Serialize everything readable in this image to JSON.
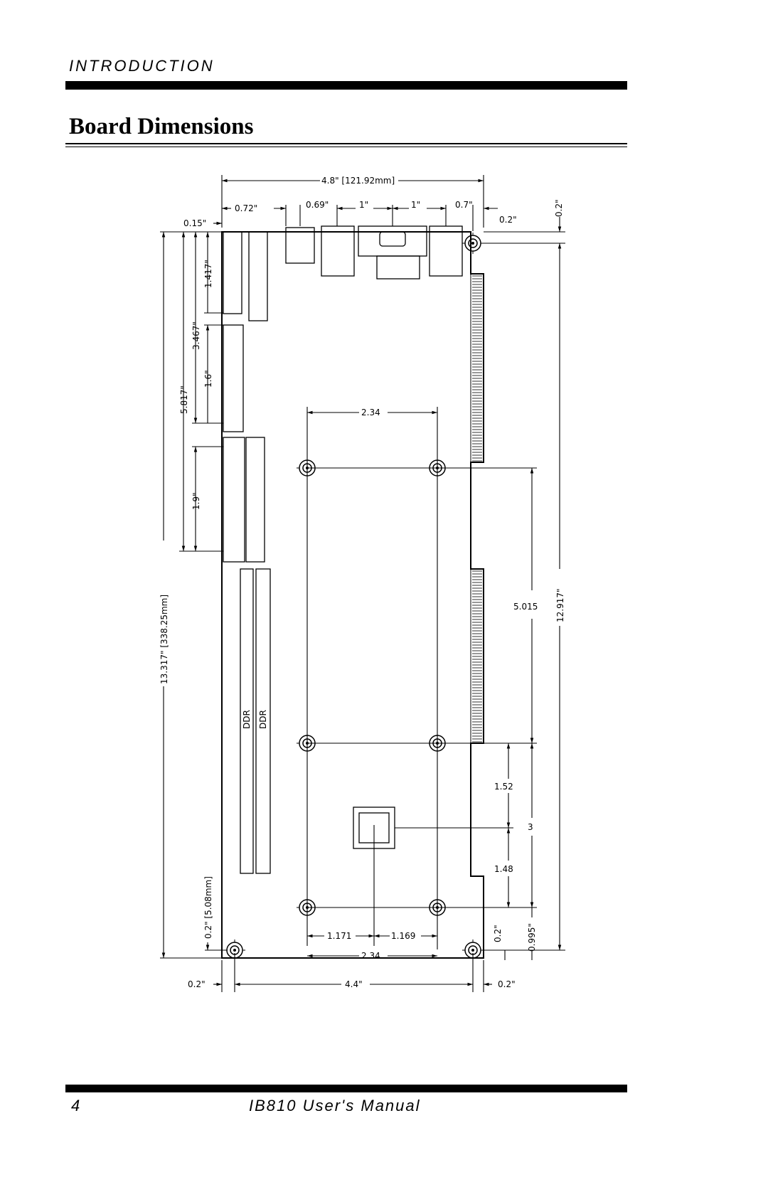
{
  "header": {
    "section": "INTRODUCTION",
    "title": "Board Dimensions"
  },
  "drawing": {
    "board_width": "4.8\" [121.92mm]",
    "d_072": "0.72\"",
    "d_015": "0.15\"",
    "d_069": "0.69\"",
    "d_1a": "1\"",
    "d_1b": "1\"",
    "d_07": "0.7\"",
    "d_02_top_right": "0.2\"",
    "d_02_vert_top": "0.2\"",
    "d_1417": "1.417\"",
    "d_3467": "3.467\"",
    "d_16": "1.6\"",
    "d_5817": "5.817\"",
    "d_19": "1.9\"",
    "board_height": "13.317\" [338.25mm]",
    "d_234_top": "2.34",
    "d_5015": "5.015",
    "d_12917": "12.917\"",
    "d_152": "1.52",
    "d_3": "3",
    "d_148": "1.48",
    "d_1171": "1.171",
    "d_1169": "1.169",
    "d_234_bottom": "2.34",
    "d_02_left_vert": "0.2\" [5.08mm]",
    "d_02_bottom_vert": "0.2\"",
    "d_0995": "0.995\"",
    "d_02_bottom_left": "0.2\"",
    "d_44": "4.4\"",
    "d_02_bottom_right": "0.2\"",
    "ddr1": "DDR",
    "ddr2": "DDR"
  },
  "footer": {
    "page_number": "4",
    "manual": "IB810 User's Manual"
  }
}
